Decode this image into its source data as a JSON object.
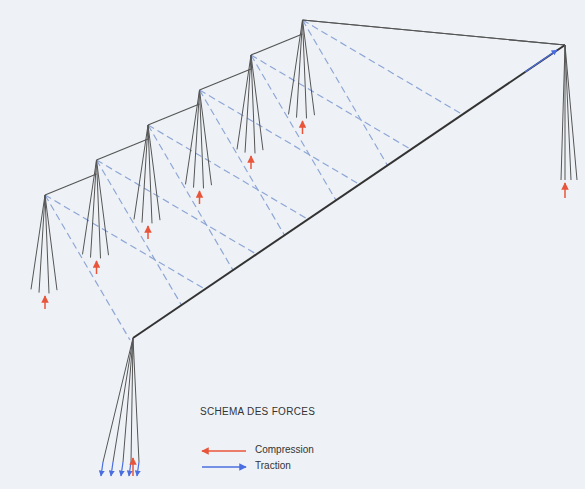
{
  "diagram": {
    "title": "SCHEMA DES FORCES",
    "legend": [
      {
        "text": "Compression"
      },
      {
        "text": "Traction"
      }
    ]
  }
}
